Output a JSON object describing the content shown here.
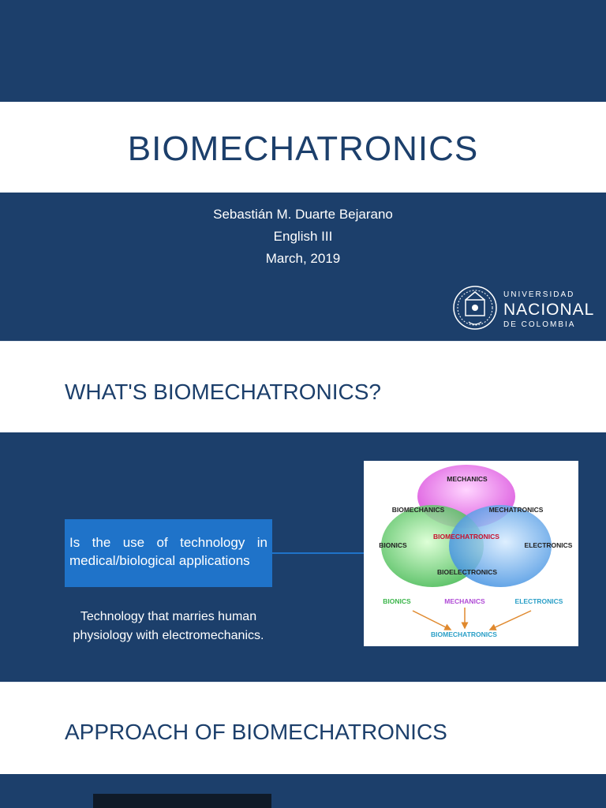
{
  "slide1": {
    "title": "BIOMECHATRONICS",
    "author": "Sebastián M. Duarte Bejarano",
    "course": "English III",
    "date": "March, 2019",
    "logo": {
      "line1": "UNIVERSIDAD",
      "line2": "NACIONAL",
      "line3": "DE COLOMBIA"
    }
  },
  "slide2": {
    "heading": "WHAT'S BIOMECHATRONICS?",
    "callout": "Is the use of technology in medical/biological applications",
    "caption": "Technology that marries human physiology with electromechanics.",
    "diagram": {
      "circles": [
        "MECHANICS",
        "BIOMECHANICS",
        "MECHATRONICS",
        "BIOMECHATRONICS",
        "BIONICS",
        "ELECTRONICS",
        "BIOELECTRONICS"
      ],
      "bottom": [
        "BIONICS",
        "MECHANICS",
        "ELECTRONICS"
      ],
      "result": "BIOMECHATRONICS"
    }
  },
  "slide3": {
    "heading": "APPROACH OF BIOMECHATRONICS"
  },
  "colors": {
    "navy": "#1c3f6b",
    "callout": "#1f73c9"
  }
}
